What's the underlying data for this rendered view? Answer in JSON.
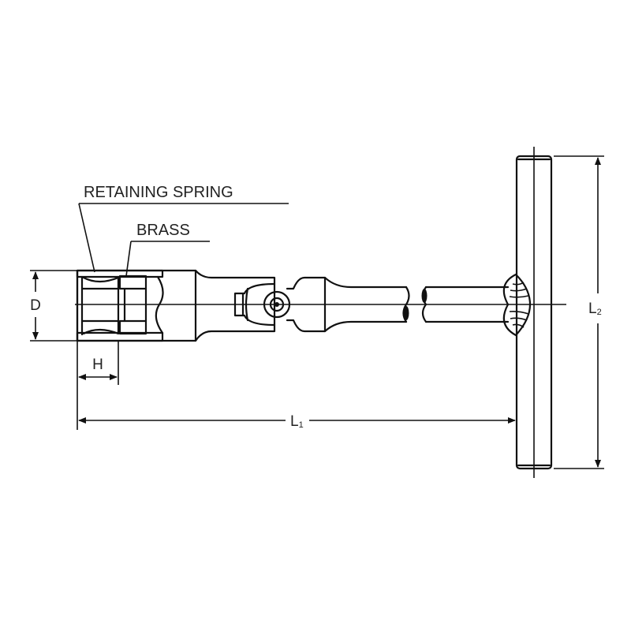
{
  "labels": {
    "retaining_spring": "RETAINING SPRING",
    "brass": "BRASS",
    "dim_d": "D",
    "dim_h": "H",
    "dim_l1_main": "L",
    "dim_l1_sub": "1",
    "dim_l2_main": "L",
    "dim_l2_sub": "2"
  },
  "colors": {
    "brass_fill": "#f2e21a",
    "line": "#111111"
  }
}
